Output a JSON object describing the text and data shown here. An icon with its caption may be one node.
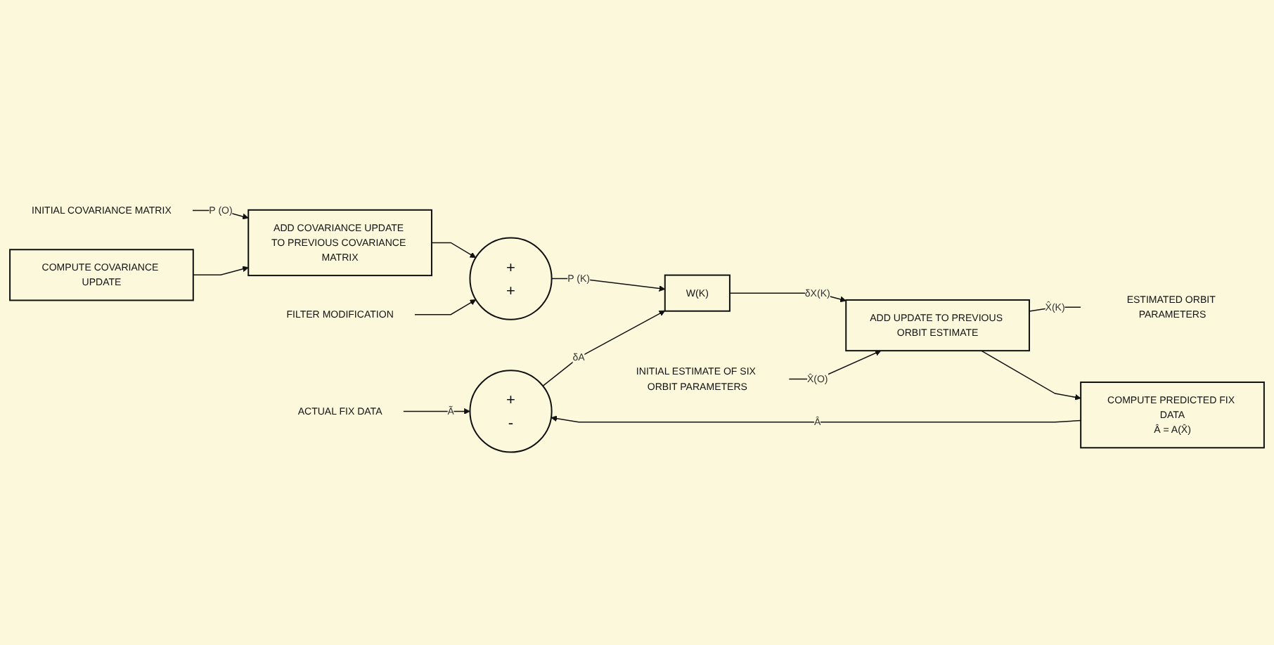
{
  "diagram": {
    "nodes": [
      {
        "text": [
          "INITIAL COVARIANCE MATRIX"
        ]
      },
      {
        "text": [
          "COMPUTE COVARIANCE UPDATE"
        ]
      },
      {
        "text": [
          "ADD COVARIANCE UPDATE TO PREVIOUS COVARIANCE MATRIX"
        ]
      },
      {
        "text": [
          "FILTER MODIFICATION"
        ]
      },
      {
        "text": [
          "+",
          "+"
        ]
      },
      {
        "text": [
          "ACTUAL FIX DATA"
        ]
      },
      {
        "text": [
          "+",
          "-"
        ]
      },
      {
        "text": [
          "W(K)"
        ]
      },
      {
        "text": [
          "INITIAL ESTIMATE OF SIX ORBIT PARAMETERS"
        ]
      },
      {
        "text": [
          "ADD UPDATE TO PREVIOUS ORBIT ESTIMATE"
        ]
      },
      {
        "text": [
          "ESTIMATED ORBIT PARAMETERS"
        ]
      },
      {
        "text": [
          "COMPUTE PREDICTED FIX DATA",
          "Â = A(X̂)"
        ]
      }
    ],
    "edges": [
      {
        "from": 0,
        "to": 2,
        "arrow": "to",
        "label": "P (O)"
      },
      {
        "from": 1,
        "to": 2,
        "arrow": "to"
      },
      {
        "from": 2,
        "to": 4,
        "arrow": "to"
      },
      {
        "from": 3,
        "to": 4,
        "arrow": "to"
      },
      {
        "from": 4,
        "to": 7,
        "arrow": "to",
        "label": "P (K)"
      },
      {
        "from": 5,
        "to": 6,
        "arrow": "to",
        "label": "Ã"
      },
      {
        "from": 6,
        "to": 7,
        "arrow": "to",
        "label": "δA"
      },
      {
        "from": 7,
        "to": 9,
        "arrow": "to",
        "label": "δX(K)"
      },
      {
        "from": 8,
        "to": 9,
        "arrow": "to",
        "label": "X̂(O)"
      },
      {
        "from": 9,
        "to": 10,
        "arrow": "none",
        "label": "X̂(K)"
      },
      {
        "from": 9,
        "to": 11,
        "arrow": "to"
      },
      {
        "from": 11,
        "to": 6,
        "arrow": "to",
        "label": "Â"
      }
    ]
  }
}
